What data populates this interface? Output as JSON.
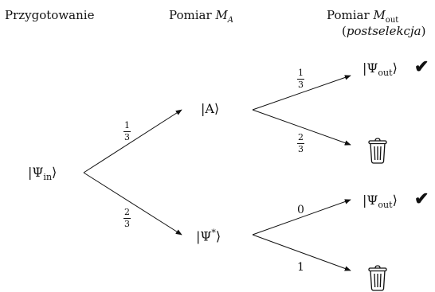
{
  "headers": {
    "prep": "Przygotowanie",
    "measure_a_word": "Pomiar",
    "measure_a_sym": "M",
    "measure_a_sub": "A",
    "measure_out_word": "Pomiar",
    "measure_out_sym": "M",
    "measure_out_sub": "out",
    "postselection": "postselekcja"
  },
  "nodes": {
    "psi_in": "|Ψ",
    "psi_in_sub": "in",
    "a_state": "|A⟩",
    "psi_star": "|Ψ",
    "psi_star_sup": "*",
    "psi_out_sym": "|Ψ",
    "psi_out_sub": "out",
    "close": "⟩"
  },
  "probabilities": {
    "in_to_a": {
      "num": "1",
      "den": "3"
    },
    "in_to_star": {
      "num": "2",
      "den": "3"
    },
    "a_to_out": {
      "num": "1",
      "den": "3"
    },
    "a_to_trash": {
      "num": "2",
      "den": "3"
    },
    "star_to_out": "0",
    "star_to_trash": "1"
  },
  "icons": {
    "check": "✔"
  },
  "colors": {
    "ink": "#111111"
  }
}
